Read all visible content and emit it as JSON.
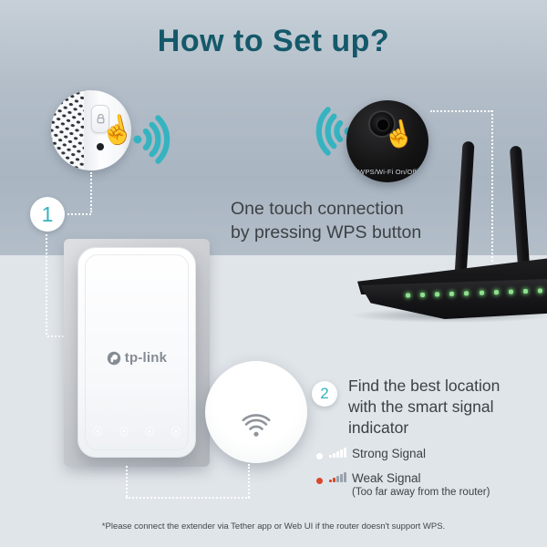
{
  "title": "How to Set up?",
  "colors": {
    "title": "#14596a",
    "accent_teal": "#35b3c0",
    "body_text": "#3d4145",
    "strong_signal_dot": "#ffffff",
    "weak_signal_dot": "#d9472b",
    "background_upper": "#e0e5e9",
    "background_lower": "#aeb9c5"
  },
  "icons": {
    "hand_press": "☝"
  },
  "steps": [
    {
      "number": "1",
      "text": "One touch connection by pressing WPS button"
    },
    {
      "number": "2",
      "text": "Find the best location with the smart signal indicator"
    }
  ],
  "callouts": {
    "router_button_label": "WPS/Wi-Fi On/Off"
  },
  "device": {
    "brand": "tp-link"
  },
  "legend": [
    {
      "label": "Strong Signal",
      "note": ""
    },
    {
      "label": "Weak Signal",
      "note": "(Too far away from the router)"
    }
  ],
  "footnote": "*Please connect the extender via Tether app or Web UI  if the router doesn't support WPS."
}
